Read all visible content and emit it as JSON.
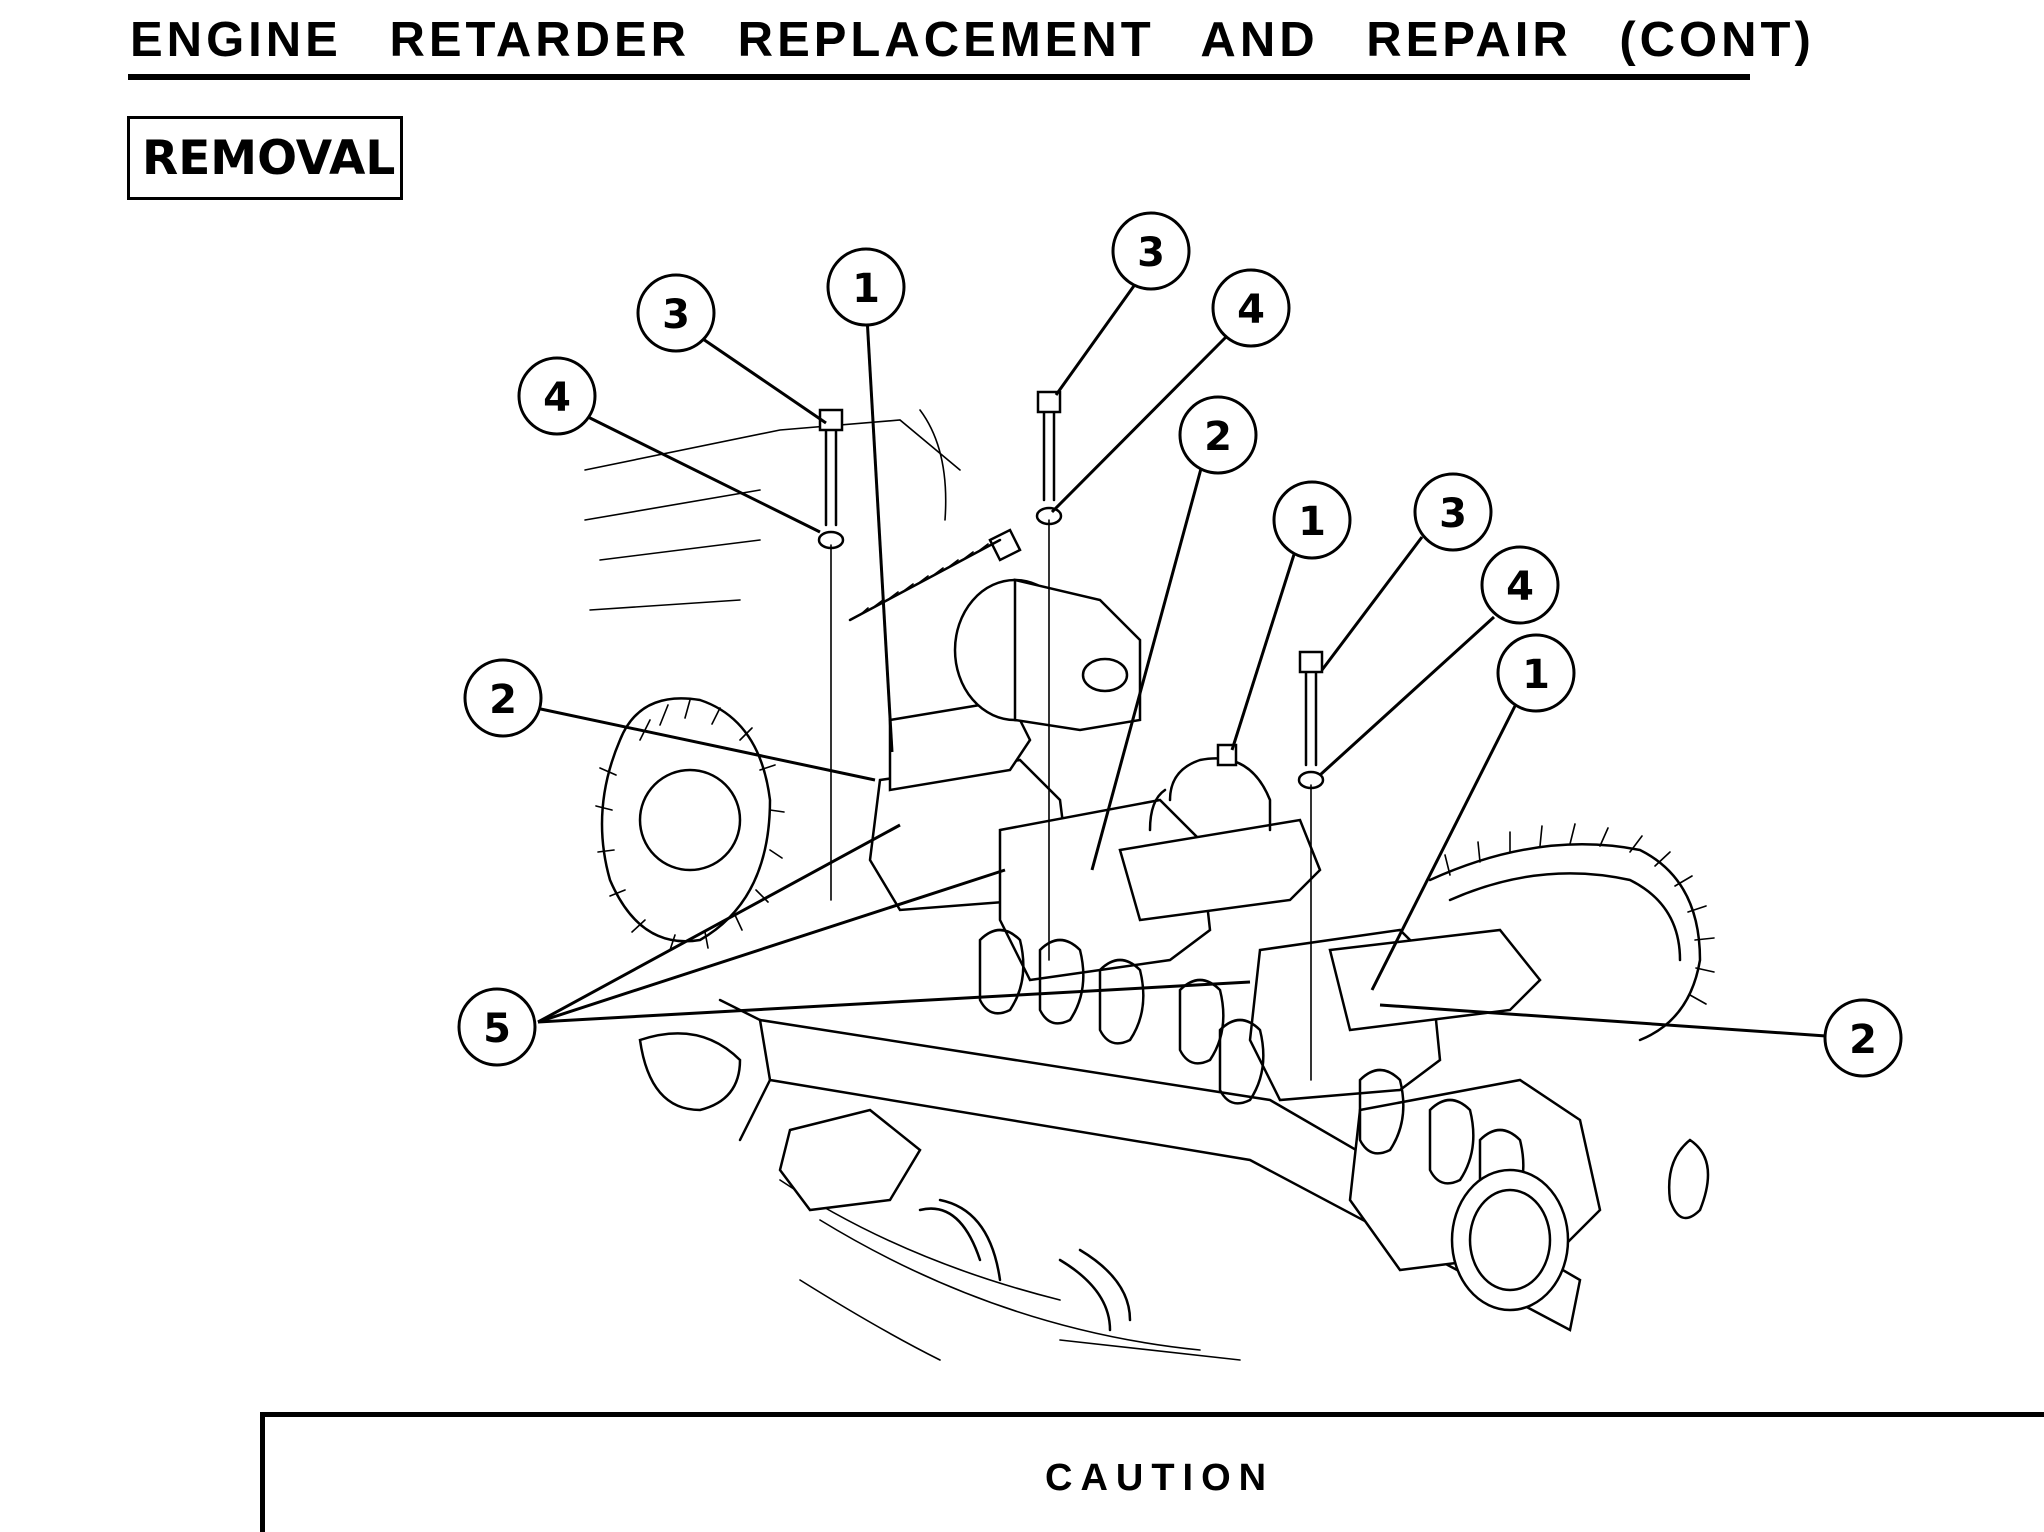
{
  "page": {
    "title": "ENGINE RETARDER REPLACEMENT AND REPAIR (CONT)",
    "section_label": "REMOVAL",
    "caution_label": "CAUTION"
  },
  "figure": {
    "callouts": [
      "3",
      "1",
      "3",
      "4",
      "4",
      "2",
      "1",
      "3",
      "4",
      "1",
      "2",
      "5",
      "2"
    ]
  }
}
